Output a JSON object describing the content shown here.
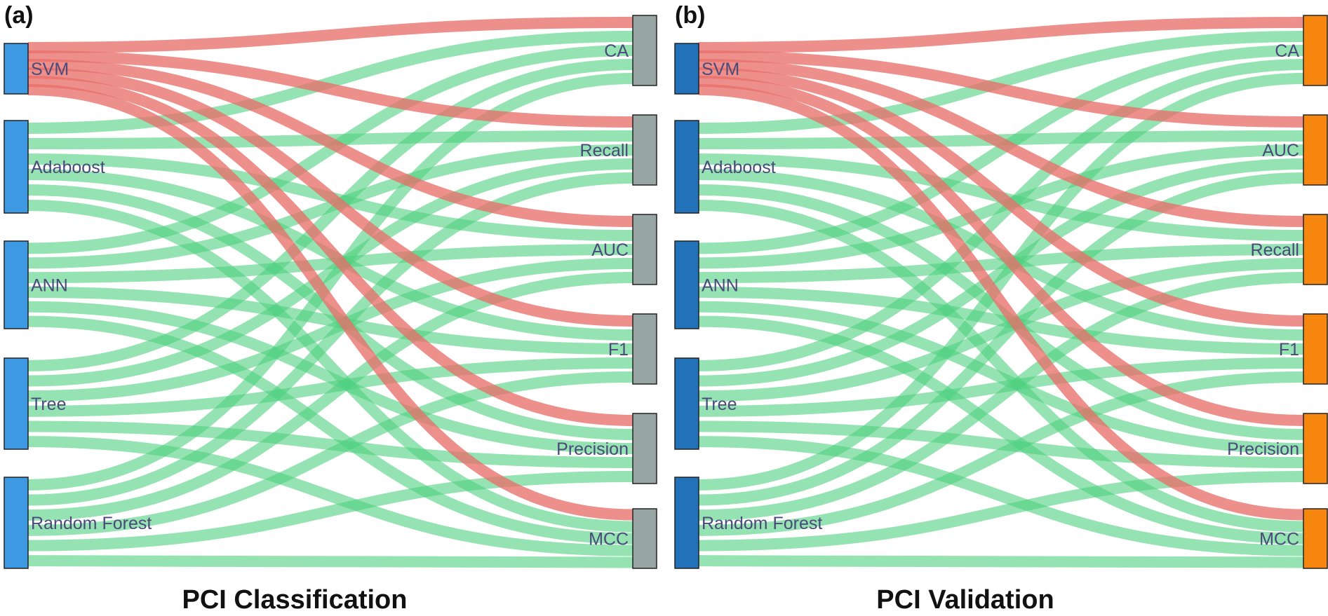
{
  "colors": {
    "link_default": "#4fd07f",
    "link_highlight": "#e8706a",
    "label_text": "#4a4a7a",
    "caption_text": "#111111"
  },
  "panels": [
    {
      "tag": "(a)",
      "caption": "PCI Classification",
      "source_color": "#3d9ae2",
      "target_color": "#98a6a3",
      "highlight_source": "SVM",
      "chart_data": {
        "type": "sankey",
        "sources": [
          "SVM",
          "Adaboost",
          "ANN",
          "Tree",
          "Random Forest"
        ],
        "targets": [
          "CA",
          "Recall",
          "AUC",
          "F1",
          "Precision",
          "MCC"
        ],
        "links_equal_weight": true
      }
    },
    {
      "tag": "(b)",
      "caption": "PCI Validation",
      "source_color": "#2172b8",
      "target_color": "#f7860e",
      "highlight_source": "SVM",
      "chart_data": {
        "type": "sankey",
        "sources": [
          "SVM",
          "Adaboost",
          "ANN",
          "Tree",
          "Random Forest"
        ],
        "targets": [
          "CA",
          "AUC",
          "Recall",
          "F1",
          "Precision",
          "MCC"
        ],
        "links_equal_weight": true
      }
    }
  ]
}
